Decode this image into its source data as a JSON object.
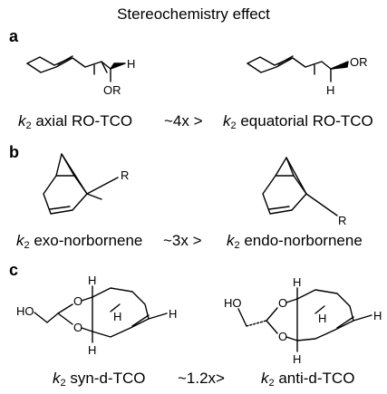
{
  "title": "Stereochemistry effect",
  "panels": [
    {
      "letter": "a",
      "left": {
        "k": "k",
        "sub": "2",
        "text": " axial RO-TCO",
        "labels": {
          "h": "H",
          "sub": "OR"
        }
      },
      "relation": "~4x >",
      "right": {
        "k": "k",
        "sub": "2",
        "text": " equatorial RO-TCO",
        "labels": {
          "sub": "OR",
          "h": "H"
        }
      }
    },
    {
      "letter": "b",
      "left": {
        "k": "k",
        "sub": "2",
        "text": " exo-norbornene",
        "labels": {
          "r": "R"
        }
      },
      "relation": "~3x >",
      "right": {
        "k": "k",
        "sub": "2",
        "text": " endo-norbornene",
        "labels": {
          "r": "R"
        }
      }
    },
    {
      "letter": "c",
      "left": {
        "k": "k",
        "sub": "2",
        "text": " syn-d-TCO",
        "labels": {
          "ho": "HO",
          "o1": "O",
          "o2": "O",
          "h_top": "H",
          "h_bot": "H",
          "h_in": "H",
          "h_right": "H"
        }
      },
      "relation": "~1.2x>",
      "right": {
        "k": "k",
        "sub": "2",
        "text": " anti-d-TCO",
        "labels": {
          "ho": "HO",
          "o1": "O",
          "o2": "O",
          "h_top": "H",
          "h_bot": "H",
          "h_in": "H",
          "h_right": "H"
        }
      }
    }
  ]
}
